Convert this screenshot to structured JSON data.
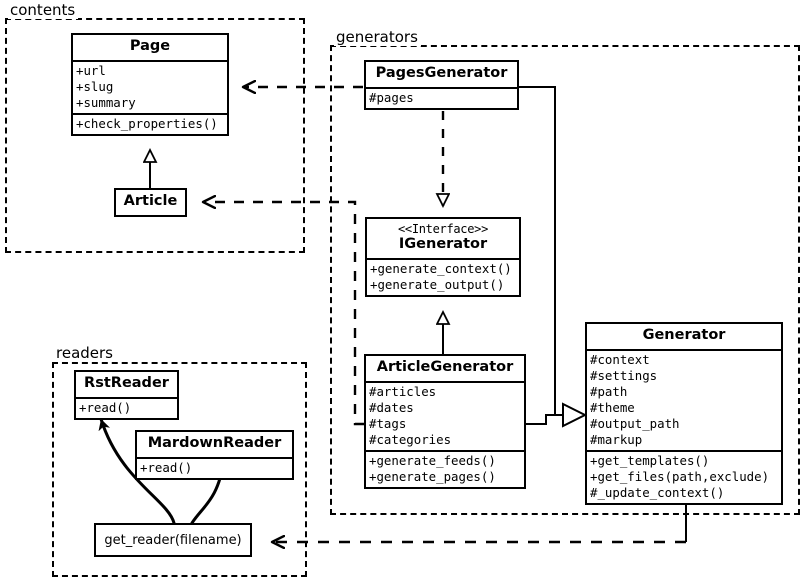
{
  "diagram": {
    "title": "Pelican architecture UML class diagram",
    "background": "#ffffff",
    "line_color": "#000000"
  },
  "packages": [
    {
      "id": "contents",
      "label": "contents"
    },
    {
      "id": "generators",
      "label": "generators"
    },
    {
      "id": "readers",
      "label": "readers"
    }
  ],
  "classes": {
    "page": {
      "name": "Page",
      "attributes": [
        "+url",
        "+slug",
        "+summary"
      ],
      "methods": [
        "+check_properties()"
      ]
    },
    "article": {
      "name": "Article",
      "attributes": [],
      "methods": []
    },
    "pages_generator": {
      "name": "PagesGenerator",
      "attributes": [
        "#pages"
      ],
      "methods": []
    },
    "igenerator": {
      "stereotype": "<<Interface>>",
      "name": "IGenerator",
      "attributes": [],
      "methods": [
        "+generate_context()",
        "+generate_output()"
      ]
    },
    "article_generator": {
      "name": "ArticleGenerator",
      "attributes": [
        "#articles",
        "#dates",
        "#tags",
        "#categories"
      ],
      "methods": [
        "+generate_feeds()",
        "+generate_pages()"
      ]
    },
    "generator": {
      "name": "Generator",
      "attributes": [
        "#context",
        "#settings",
        "#path",
        "#theme",
        "#output_path",
        "#markup"
      ],
      "methods": [
        "+get_templates()",
        "+get_files(path,exclude)",
        "#_update_context()"
      ]
    },
    "rst_reader": {
      "name": "RstReader",
      "attributes": [],
      "methods": [
        "+read()"
      ]
    },
    "mardown_reader": {
      "name": "MardownReader",
      "attributes": [],
      "methods": [
        "+read()"
      ]
    },
    "get_reader": {
      "name": "get_reader(filename)"
    }
  },
  "relationships": [
    {
      "id": "article-to-page",
      "type": "generalization",
      "from": "Article",
      "to": "Page"
    },
    {
      "id": "pagesgenerator-to-igenerator",
      "type": "realization",
      "from": "PagesGenerator",
      "to": "IGenerator"
    },
    {
      "id": "articlegenerator-to-igenerator",
      "type": "generalization",
      "from": "ArticleGenerator",
      "to": "IGenerator"
    },
    {
      "id": "pagesgenerator-to-generator",
      "type": "generalization",
      "from": "PagesGenerator",
      "to": "Generator"
    },
    {
      "id": "articlegenerator-to-generator",
      "type": "generalization",
      "from": "ArticleGenerator",
      "to": "Generator"
    },
    {
      "id": "pagesgenerator-uses-page",
      "type": "dependency",
      "from": "PagesGenerator",
      "to": "Page"
    },
    {
      "id": "articlegenerator-uses-article",
      "type": "dependency",
      "from": "ArticleGenerator",
      "to": "Article"
    },
    {
      "id": "generator-uses-get_reader",
      "type": "dependency",
      "from": "Generator",
      "to": "get_reader(filename)"
    },
    {
      "id": "get_reader-creates-rstreader",
      "type": "create",
      "from": "get_reader(filename)",
      "to": "RstReader"
    },
    {
      "id": "get_reader-creates-mdreader",
      "type": "create",
      "from": "get_reader(filename)",
      "to": "MardownReader"
    }
  ]
}
